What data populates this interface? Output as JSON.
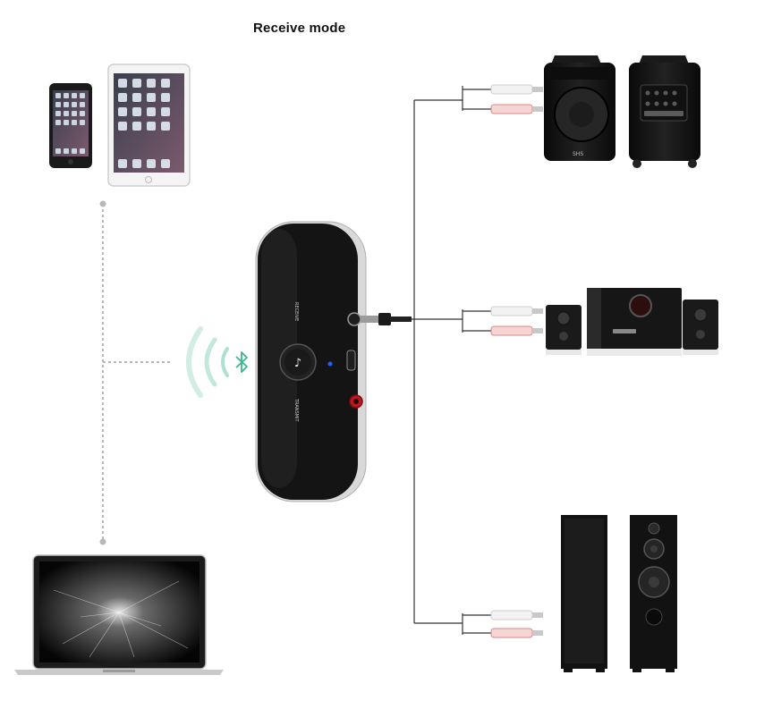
{
  "title": "Receive mode",
  "colors": {
    "background": "#ffffff",
    "device_body": "#141414",
    "device_edge": "#d9d9d9",
    "bluetooth_wave": "#9ad8c8",
    "bluetooth_symbol": "#3bb58c",
    "cable": "#333333",
    "dotted_line": "#b8b8b8",
    "rca_red": "#d88a8a",
    "rca_white": "#eeeeee",
    "led_blue": "#1e60ff",
    "port_red": "#c0161e"
  },
  "device": {
    "receive_label": "RECEIVE",
    "transmit_label": "TRANSMIT",
    "icon": "bluetooth-button-icon"
  },
  "sources": [
    {
      "name": "smartphone",
      "icon": "smartphone-icon"
    },
    {
      "name": "tablet",
      "icon": "tablet-icon"
    },
    {
      "name": "laptop",
      "icon": "laptop-icon"
    }
  ],
  "outputs": [
    {
      "name": "portable-pa-speakers",
      "icon": "pa-speaker-icon"
    },
    {
      "name": "2.1-speaker-system",
      "icon": "subwoofer-speaker-icon"
    },
    {
      "name": "tower-speakers",
      "icon": "tower-speaker-icon"
    }
  ]
}
